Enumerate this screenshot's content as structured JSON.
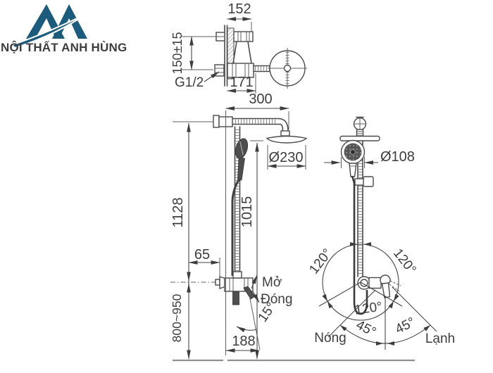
{
  "brand": {
    "name": "NỘI THẤT ANH HÙNG"
  },
  "colors": {
    "logo": "#1d5b7c",
    "logo_text": "#17568c",
    "line": "#4a4a4a",
    "dim_text": "#3d3d3d",
    "floor": "#8f8f8f"
  },
  "top_view": {
    "width": "152",
    "inlet_spacing": "150±15",
    "depth": "171",
    "thread_size": "G1/2"
  },
  "front_view": {
    "arm_length": "300",
    "head_diameter": "Ø230",
    "total_height": "1128",
    "handshower_height": "1015",
    "valve_offset": "65",
    "label_open": "Mở",
    "label_close": "Đóng",
    "lever_angle": "15°",
    "install_height": "800~950",
    "base_depth": "188"
  },
  "side_view": {
    "handshower_diameter": "Ø108",
    "swivel_angle_left": "120°",
    "swivel_angle_right": "120°",
    "swivel_angle_bottom": "120°",
    "mix_angle_hot": "45°",
    "mix_angle_cold": "45°",
    "label_hot": "Nóng",
    "label_cold": "Lạnh"
  }
}
